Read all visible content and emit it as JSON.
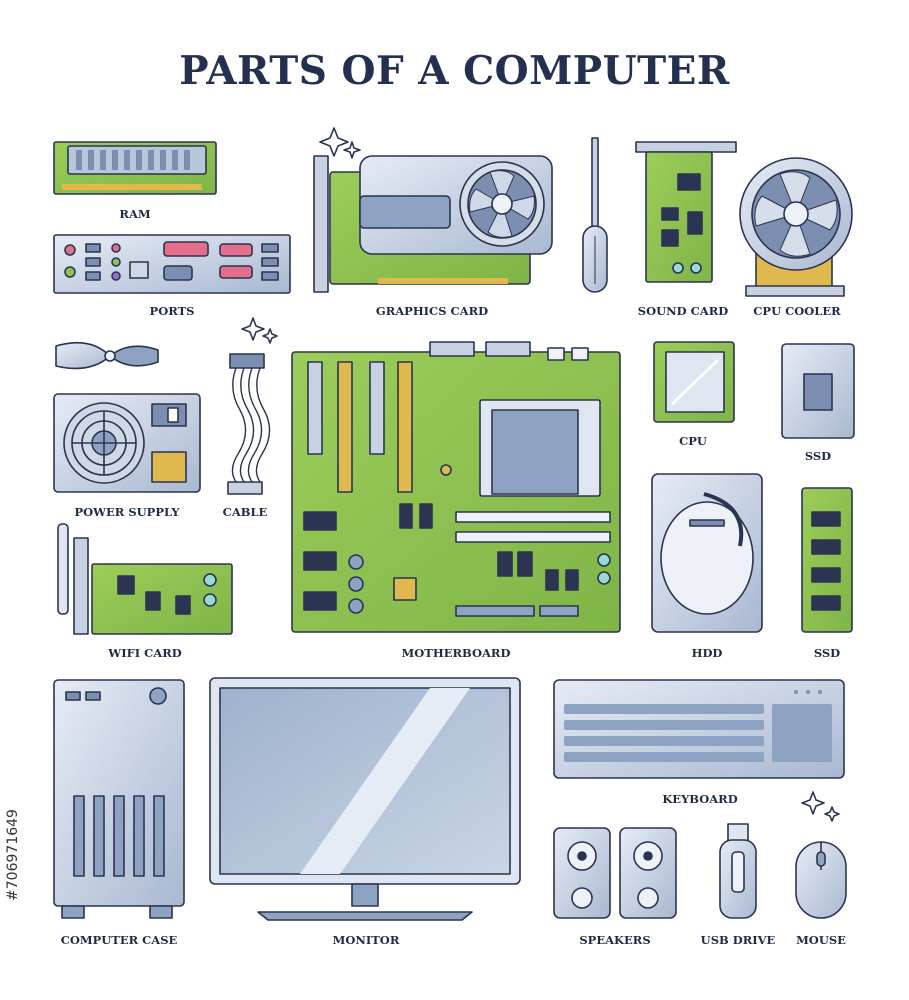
{
  "title": "PARTS OF A COMPUTER",
  "labels": {
    "ram": "RAM",
    "ports": "PORTS",
    "graphics_card": "GRAPHICS CARD",
    "sound_card": "SOUND CARD",
    "cpu_cooler": "CPU COOLER",
    "power_supply": "POWER SUPPLY",
    "cable": "CABLE",
    "cpu": "CPU",
    "ssd_top": "SSD",
    "wifi_card": "WIFI CARD",
    "motherboard": "MOTHERBOARD",
    "hdd": "HDD",
    "ssd_bottom": "SSD",
    "keyboard": "KEYBOARD",
    "computer_case": "COMPUTER CASE",
    "monitor": "MONITOR",
    "speakers": "SPEAKERS",
    "usb_drive": "USB DRIVE",
    "mouse": "MOUSE"
  },
  "side_text": "#706971649",
  "colors": {
    "outline": "#2b3450",
    "pcb_green": "#8fc44f",
    "pcb_dark": "#5e9a3a",
    "steel": "#b9c6dc",
    "steel_light": "#dfe6f2",
    "blue_grey": "#8ea2c2",
    "title": "#24304f"
  }
}
